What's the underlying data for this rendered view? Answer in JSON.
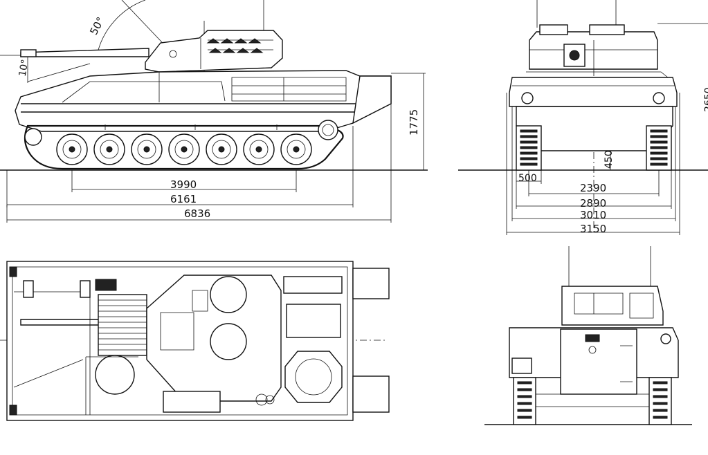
{
  "side_view": {
    "elevation_label": "50°",
    "depression_label": "10°",
    "height_label": "1775",
    "dim_track_contact": "3990",
    "dim_hull_length": "6161",
    "dim_overall_length": "6836"
  },
  "front_view": {
    "track_width_label": "500",
    "clearance_label": "450",
    "dim_track_centers": "2390",
    "dim_track_outer": "2890",
    "dim_hull_width": "3010",
    "dim_overall_width": "3150",
    "partial_height_label": "2650"
  }
}
